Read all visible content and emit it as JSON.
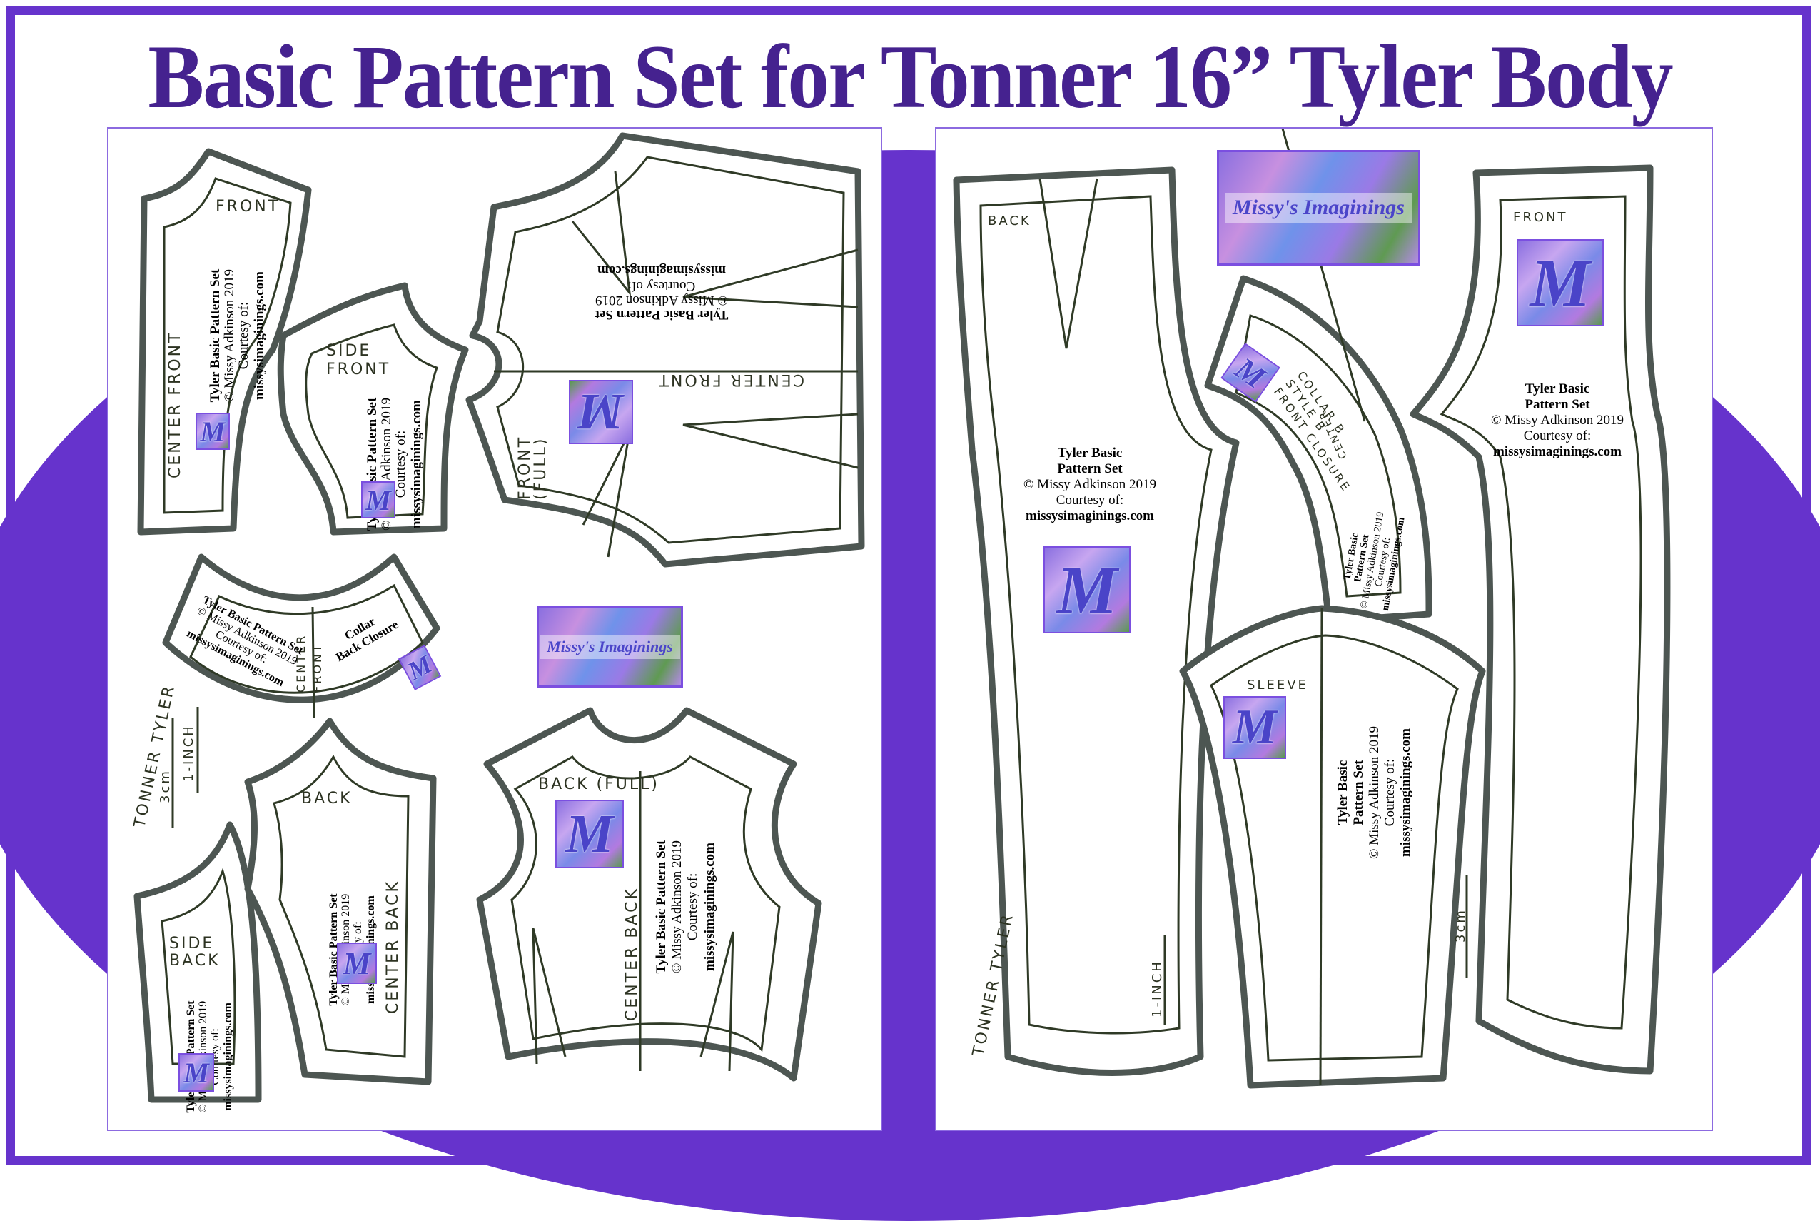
{
  "title": "Basic Pattern Set for Tonner 16” Tyler Body",
  "colors": {
    "brand_purple": "#6633cc",
    "title_purple": "#45228f",
    "cut_line": "#4d5652"
  },
  "credit": {
    "line1": "Tyler Basic Pattern Set",
    "line1a": "Tyler Basic",
    "line1b": "Pattern Set",
    "line2": "© Missy Adkinson 2019",
    "line3": "Courtesy of:",
    "line4": "missysimaginings.com"
  },
  "logo": {
    "monogram": "M",
    "banner_text": "Missy's Imaginings"
  },
  "left_sheet": {
    "pieces": {
      "front": {
        "label": "FRONT",
        "edge_label": "CENTER FRONT"
      },
      "side_front": {
        "label_1": "SIDE",
        "label_2": "FRONT"
      },
      "front_full": {
        "label_1": "FRONT",
        "label_2": "(FULL)",
        "edge_label": "CENTER FRONT"
      },
      "collar": {
        "label_1": "Collar",
        "label_2": "Back Closure",
        "center_1": "CENTER",
        "center_2": "FRONT"
      },
      "back": {
        "label": "BACK",
        "edge_label": "CENTER BACK"
      },
      "side_back": {
        "label_1": "SIDE",
        "label_2": "BACK"
      },
      "back_full": {
        "label": "BACK (FULL)",
        "edge_label": "CENTER BACK"
      }
    },
    "scale": {
      "doll": "TONNER TYLER",
      "cm": "3cm",
      "inch": "1-INCH"
    }
  },
  "right_sheet": {
    "pieces": {
      "pants_back": {
        "label": "BACK"
      },
      "pants_front": {
        "label": "FRONT"
      },
      "collar_b": {
        "label_1": "COLLAR B",
        "label_2": "STYLE B",
        "label_3": "FRONT CLOSURE",
        "center_1": "BACK",
        "center_2": "CENTER"
      },
      "sleeve": {
        "label": "SLEEVE"
      }
    },
    "scale": {
      "doll": "TONNER TYLER",
      "cm": "3cm",
      "inch": "1-INCH"
    }
  }
}
